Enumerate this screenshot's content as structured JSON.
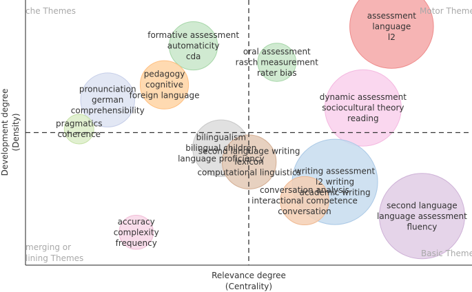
{
  "chart_data": {
    "type": "scatter",
    "subtype": "bubble",
    "title": "",
    "xlabel": [
      "Relevance degree",
      "(Centrality)"
    ],
    "ylabel": [
      "Development degree",
      "(Density)"
    ],
    "quadrants": {
      "top_left": "che Themes",
      "top_right": "Motor Theme",
      "bottom_left": [
        "merging or",
        "lining Themes"
      ],
      "bottom_right": "Basic Theme"
    },
    "divider": {
      "x": 0.5,
      "y": 0.5
    },
    "xlim": [
      0,
      1
    ],
    "ylim": [
      0,
      1
    ],
    "grid": false,
    "legend": "none",
    "bubbles": [
      {
        "labels": [
          "formative assessment",
          "automaticity",
          "cda"
        ],
        "x": 0.376,
        "y": 0.827,
        "size": 0.04,
        "color": "#c8e6c9",
        "stroke": "#a5d6a7"
      },
      {
        "labels": [
          "oral assessment",
          "rasch measurement",
          "rater bias"
        ],
        "x": 0.563,
        "y": 0.765,
        "size": 0.025,
        "color": "#c8e6c9",
        "stroke": "#a5d6a7"
      },
      {
        "labels": [
          "pedagogy",
          "cognitive",
          "foreign language"
        ],
        "x": 0.311,
        "y": 0.68,
        "size": 0.04,
        "color": "#ffd4a3",
        "stroke": "#ffbf80"
      },
      {
        "labels": [
          "pronunciation",
          "german",
          "comprehensibility"
        ],
        "x": 0.184,
        "y": 0.623,
        "size": 0.05,
        "color": "#dde3f2",
        "stroke": "#c5cde8"
      },
      {
        "labels": [
          "pragmatics",
          "coherence"
        ],
        "x": 0.12,
        "y": 0.513,
        "size": 0.015,
        "color": "#dcedc8",
        "stroke": "#c5e1a5"
      },
      {
        "labels": [
          "assessment",
          "language",
          "l2"
        ],
        "x": 0.82,
        "y": 0.9,
        "size": 0.12,
        "color": "#f4a7a7",
        "stroke": "#ee8a8a"
      },
      {
        "labels": [
          "dynamic assessment",
          "sociocultural theory",
          "reading"
        ],
        "x": 0.756,
        "y": 0.593,
        "size": 0.1,
        "color": "#f9d0ec",
        "stroke": "#f4b8e0"
      },
      {
        "labels": [
          "bilingualism",
          "bilingual children",
          "language proficiency"
        ],
        "x": 0.438,
        "y": 0.441,
        "size": 0.055,
        "color": "#dcdcdc",
        "stroke": "#c8c8c8"
      },
      {
        "labels": [
          "second language writing",
          "lexicon",
          "computational linguistics"
        ],
        "x": 0.501,
        "y": 0.389,
        "size": 0.05,
        "color": "#e3c9b5",
        "stroke": "#d4ae93"
      },
      {
        "labels": [
          "writing assessment",
          "l2 writing",
          "academic writing"
        ],
        "x": 0.693,
        "y": 0.314,
        "size": 0.125,
        "color": "#c7dcef",
        "stroke": "#a9c8e6"
      },
      {
        "labels": [
          "conversation analysis",
          "interactional competence",
          "conversation"
        ],
        "x": 0.625,
        "y": 0.243,
        "size": 0.04,
        "color": "#f5cfb4",
        "stroke": "#efb890"
      },
      {
        "labels": [
          "second language",
          "language assessment",
          "fluency"
        ],
        "x": 0.888,
        "y": 0.185,
        "size": 0.125,
        "color": "#e0cce5",
        "stroke": "#cdb0d6"
      },
      {
        "labels": [
          "accuracy",
          "complexity",
          "frequency"
        ],
        "x": 0.248,
        "y": 0.124,
        "size": 0.02,
        "color": "#f8d7e8",
        "stroke": "#f0bcd6"
      }
    ]
  }
}
